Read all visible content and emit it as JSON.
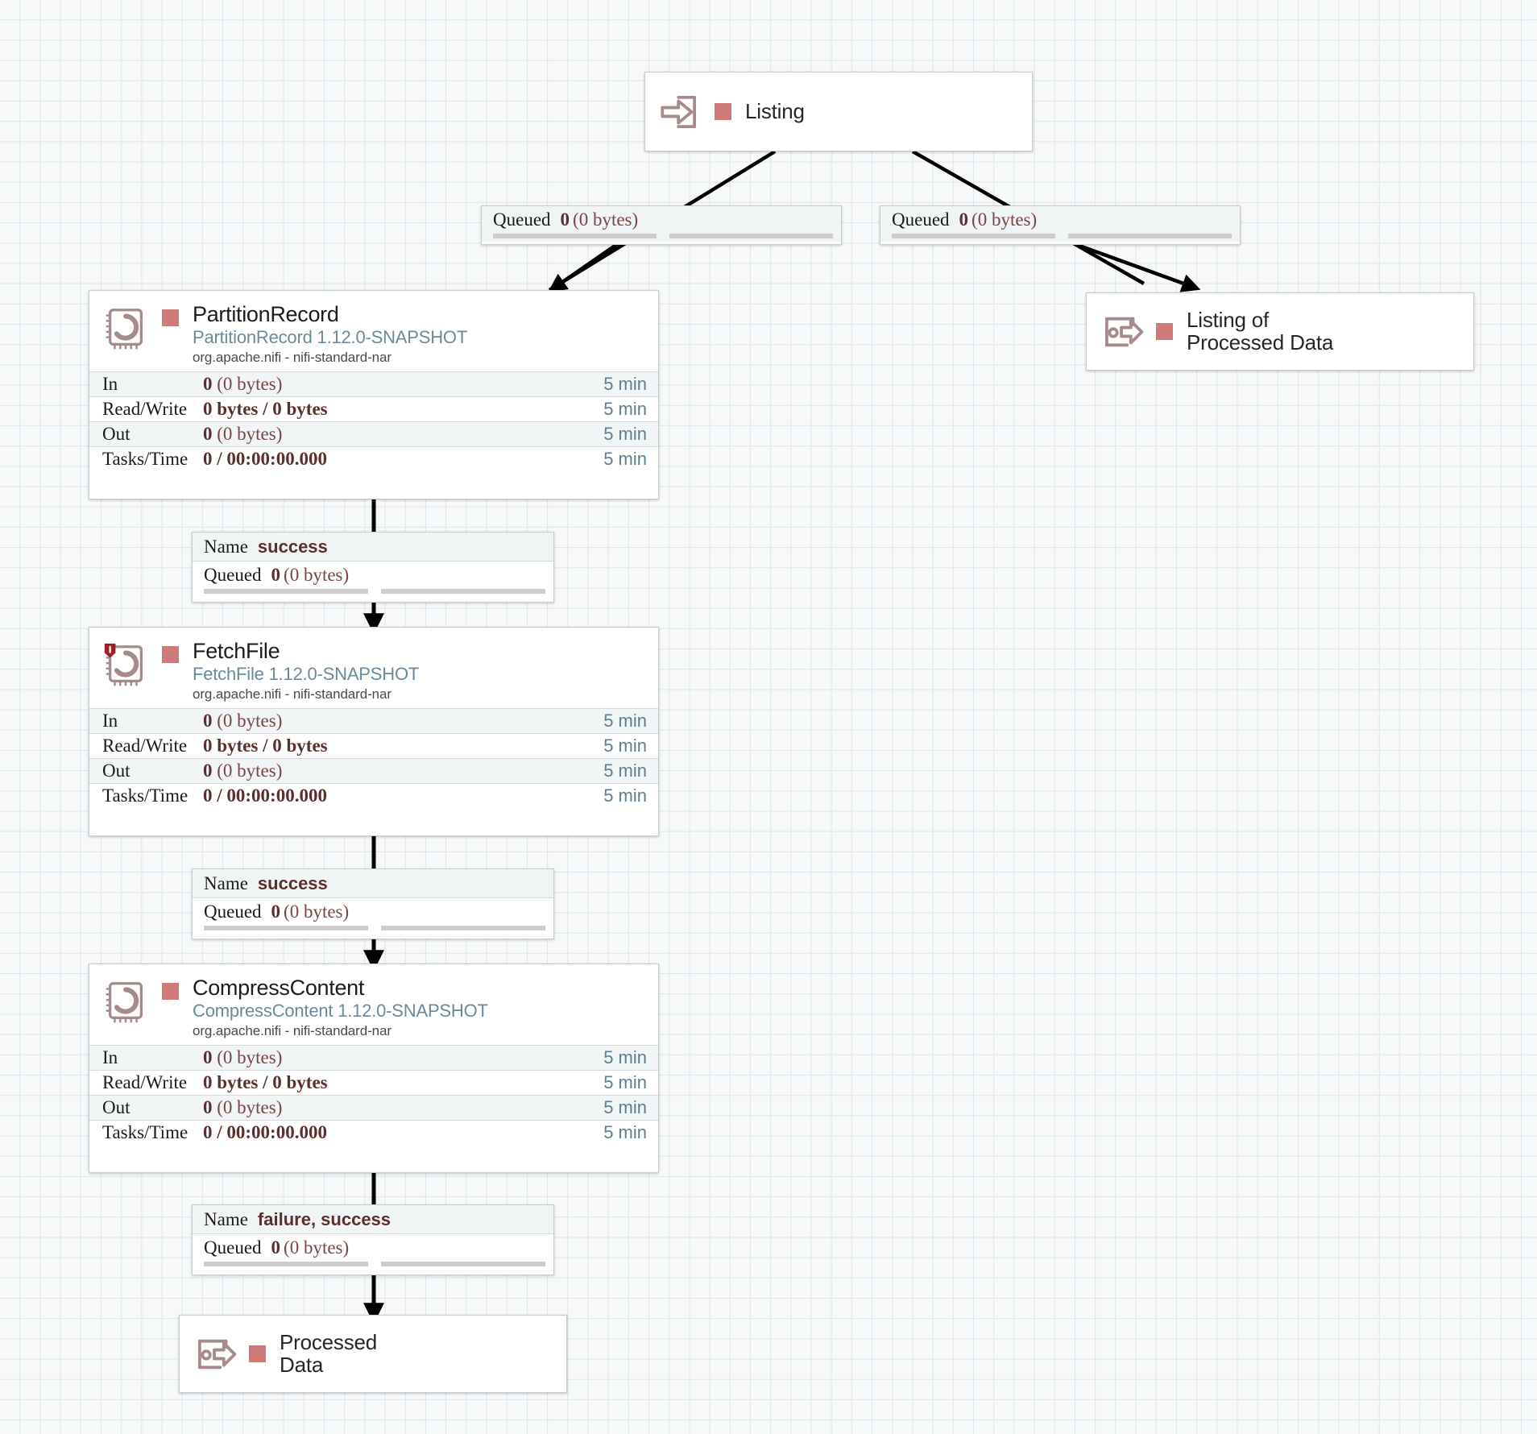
{
  "canvas": {
    "background_color": "#f6f8fa",
    "grid_color": "#dde6e8",
    "accent_color": "#cf7a7a",
    "type_color": "#6a8a9c",
    "value_color": "#5c2f2f"
  },
  "nodes": {
    "listing_input_port": {
      "kind": "input-port",
      "label": "Listing",
      "icon": "input-port-icon"
    },
    "partition_record": {
      "kind": "processor",
      "name": "PartitionRecord",
      "type": "PartitionRecord 1.12.0-SNAPSHOT",
      "bundle": "org.apache.nifi - nifi-standard-nar",
      "icon": "processor-icon",
      "has_bulletin": false,
      "stats": [
        {
          "label": "In",
          "value": "0",
          "detail": "(0 bytes)",
          "bold_detail": false,
          "time": "5 min"
        },
        {
          "label": "Read/Write",
          "value": "0 bytes / 0 bytes",
          "detail": "",
          "bold_detail": true,
          "time": "5 min"
        },
        {
          "label": "Out",
          "value": "0",
          "detail": "(0 bytes)",
          "bold_detail": false,
          "time": "5 min"
        },
        {
          "label": "Tasks/Time",
          "value": "0 / 00:00:00.000",
          "detail": "",
          "bold_detail": true,
          "time": "5 min"
        }
      ]
    },
    "fetch_file": {
      "kind": "processor",
      "name": "FetchFile",
      "type": "FetchFile 1.12.0-SNAPSHOT",
      "bundle": "org.apache.nifi - nifi-standard-nar",
      "icon": "processor-icon",
      "has_bulletin": true,
      "bulletin_icon": "bulletin-shield-icon",
      "stats": [
        {
          "label": "In",
          "value": "0",
          "detail": "(0 bytes)",
          "bold_detail": false,
          "time": "5 min"
        },
        {
          "label": "Read/Write",
          "value": "0 bytes / 0 bytes",
          "detail": "",
          "bold_detail": true,
          "time": "5 min"
        },
        {
          "label": "Out",
          "value": "0",
          "detail": "(0 bytes)",
          "bold_detail": false,
          "time": "5 min"
        },
        {
          "label": "Tasks/Time",
          "value": "0 / 00:00:00.000",
          "detail": "",
          "bold_detail": true,
          "time": "5 min"
        }
      ]
    },
    "compress_content": {
      "kind": "processor",
      "name": "CompressContent",
      "type": "CompressContent 1.12.0-SNAPSHOT",
      "bundle": "org.apache.nifi - nifi-standard-nar",
      "icon": "processor-icon",
      "has_bulletin": false,
      "stats": [
        {
          "label": "In",
          "value": "0",
          "detail": "(0 bytes)",
          "bold_detail": false,
          "time": "5 min"
        },
        {
          "label": "Read/Write",
          "value": "0 bytes / 0 bytes",
          "detail": "",
          "bold_detail": true,
          "time": "5 min"
        },
        {
          "label": "Out",
          "value": "0",
          "detail": "(0 bytes)",
          "bold_detail": false,
          "time": "5 min"
        },
        {
          "label": "Tasks/Time",
          "value": "0 / 00:00:00.000",
          "detail": "",
          "bold_detail": true,
          "time": "5 min"
        }
      ]
    },
    "listing_of_processed_data_port": {
      "kind": "output-port",
      "label": "Listing of\nProcessed Data",
      "icon": "output-port-icon"
    },
    "processed_data_port": {
      "kind": "output-port",
      "label": "Processed\nData",
      "icon": "output-port-icon"
    }
  },
  "connections": {
    "listing_to_partition": {
      "queued_key": "Queued",
      "queued_count": "0",
      "queued_bytes": "(0 bytes)"
    },
    "listing_to_listing_output": {
      "queued_key": "Queued",
      "queued_count": "0",
      "queued_bytes": "(0 bytes)"
    },
    "partition_to_fetch": {
      "name_key": "Name",
      "name_value": "success",
      "queued_key": "Queued",
      "queued_count": "0",
      "queued_bytes": "(0 bytes)"
    },
    "fetch_to_compress": {
      "name_key": "Name",
      "name_value": "success",
      "queued_key": "Queued",
      "queued_count": "0",
      "queued_bytes": "(0 bytes)"
    },
    "compress_to_processed": {
      "name_key": "Name",
      "name_value": "failure, success",
      "queued_key": "Queued",
      "queued_count": "0",
      "queued_bytes": "(0 bytes)"
    }
  }
}
